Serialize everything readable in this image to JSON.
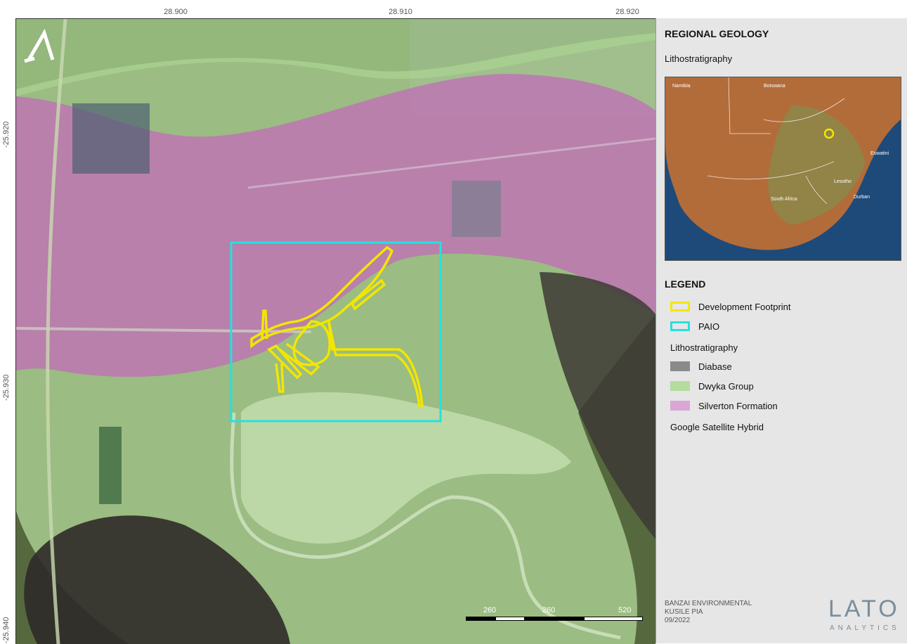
{
  "map": {
    "top_coords": [
      "28.900",
      "28.910",
      "28.920"
    ],
    "left_coords": [
      "-25.920",
      "-25.930",
      "-25.940"
    ]
  },
  "panel": {
    "title": "REGIONAL GEOLOGY",
    "subtitle": "Lithostratigraphy",
    "legend_title": "LEGEND",
    "legend": [
      {
        "label": "Development Footprint",
        "style": "outline",
        "color": "#f2e600"
      },
      {
        "label": "PAIO",
        "style": "outline",
        "color": "#27e0e0"
      }
    ],
    "litho_heading": "Lithostratigraphy",
    "litho": [
      {
        "label": "Diabase",
        "color": "#8a8a8a"
      },
      {
        "label": "Dwyka Group",
        "color": "#b5dc9c"
      },
      {
        "label": "Silverton Formation",
        "color": "#d9a6d6"
      }
    ],
    "basemap": "Google Satellite Hybrid"
  },
  "inset": {
    "labels": [
      "Namibia",
      "Botswana",
      "Eswatini",
      "Lesotho",
      "South Africa",
      "Durban"
    ]
  },
  "scale": {
    "labels": [
      "260",
      "260",
      "520 m"
    ]
  },
  "credits": {
    "line1": "BANZAI ENVIRONMENTAL",
    "line2": "KUSILE PIA",
    "line3": "09/2022"
  },
  "logo": {
    "name": "LATO",
    "sub": "ANALYTICS"
  }
}
